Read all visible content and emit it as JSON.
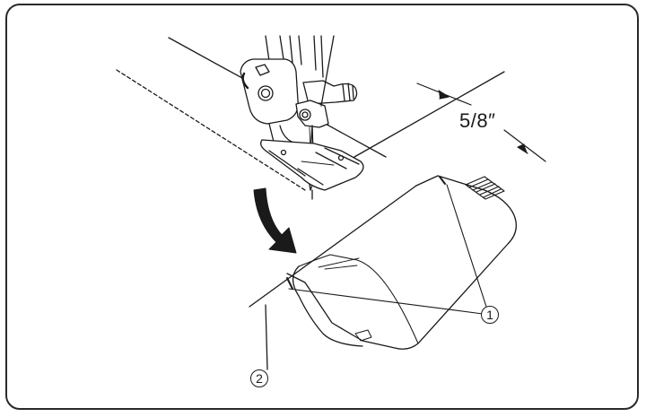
{
  "diagram": {
    "measurement_label": "5/8″",
    "callouts": [
      {
        "label": "1"
      },
      {
        "label": "2"
      }
    ]
  },
  "icons": [
    "presser-foot-icon",
    "needle-icon",
    "turn-arrow-icon",
    "throat-plate-guide-icon"
  ],
  "colors": {
    "line": "#1a1a1a",
    "background": "#ffffff",
    "frame": "#2a2a2a"
  }
}
